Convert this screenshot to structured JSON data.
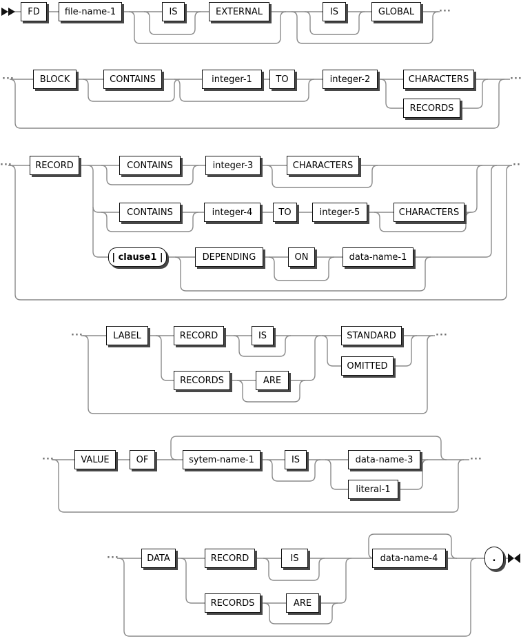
{
  "diagram_type": "railroad-syntax-diagram",
  "subject": "COBOL FD (file description) entry syntax",
  "colors": {
    "background": "#ffffff",
    "line": "#8a8a8a",
    "box_border": "#111111",
    "box_fill": "#ffffff",
    "box_shadow": "#474747",
    "text": "#000000",
    "arrow": "#111111"
  },
  "symbols": {
    "continuation": "···",
    "start_arrow": "▶▶",
    "end_arrow": "▶◀"
  },
  "rows": {
    "row1": {
      "fd": "FD",
      "file_name_1": "file-name-1",
      "is_external": "IS",
      "external": "EXTERNAL",
      "is_global": "IS",
      "global": "GLOBAL"
    },
    "row2": {
      "block": "BLOCK",
      "contains": "CONTAINS",
      "integer_1": "integer-1",
      "to": "TO",
      "integer_2": "integer-2",
      "characters": "CHARACTERS",
      "records": "RECORDS"
    },
    "row3": {
      "record": "RECORD",
      "b1_contains": "CONTAINS",
      "integer_3": "integer-3",
      "b1_characters": "CHARACTERS",
      "b2_contains": "CONTAINS",
      "integer_4": "integer-4",
      "b2_to": "TO",
      "integer_5": "integer-5",
      "b2_characters": "CHARACTERS",
      "clause1": "| clause1 |",
      "depending": "DEPENDING",
      "on": "ON",
      "data_name_1": "data-name-1"
    },
    "row4": {
      "label": "LABEL",
      "record": "RECORD",
      "is": "IS",
      "records": "RECORDS",
      "are": "ARE",
      "standard": "STANDARD",
      "omitted": "OMITTED"
    },
    "row5": {
      "value": "VALUE",
      "of": "OF",
      "sytem_name_1": "sytem-name-1",
      "is": "IS",
      "data_name_3": "data-name-3",
      "literal_1": "literal-1"
    },
    "row6": {
      "data": "DATA",
      "record": "RECORD",
      "is": "IS",
      "records": "RECORDS",
      "are": "ARE",
      "data_name_4": "data-name-4",
      "period": "."
    }
  }
}
